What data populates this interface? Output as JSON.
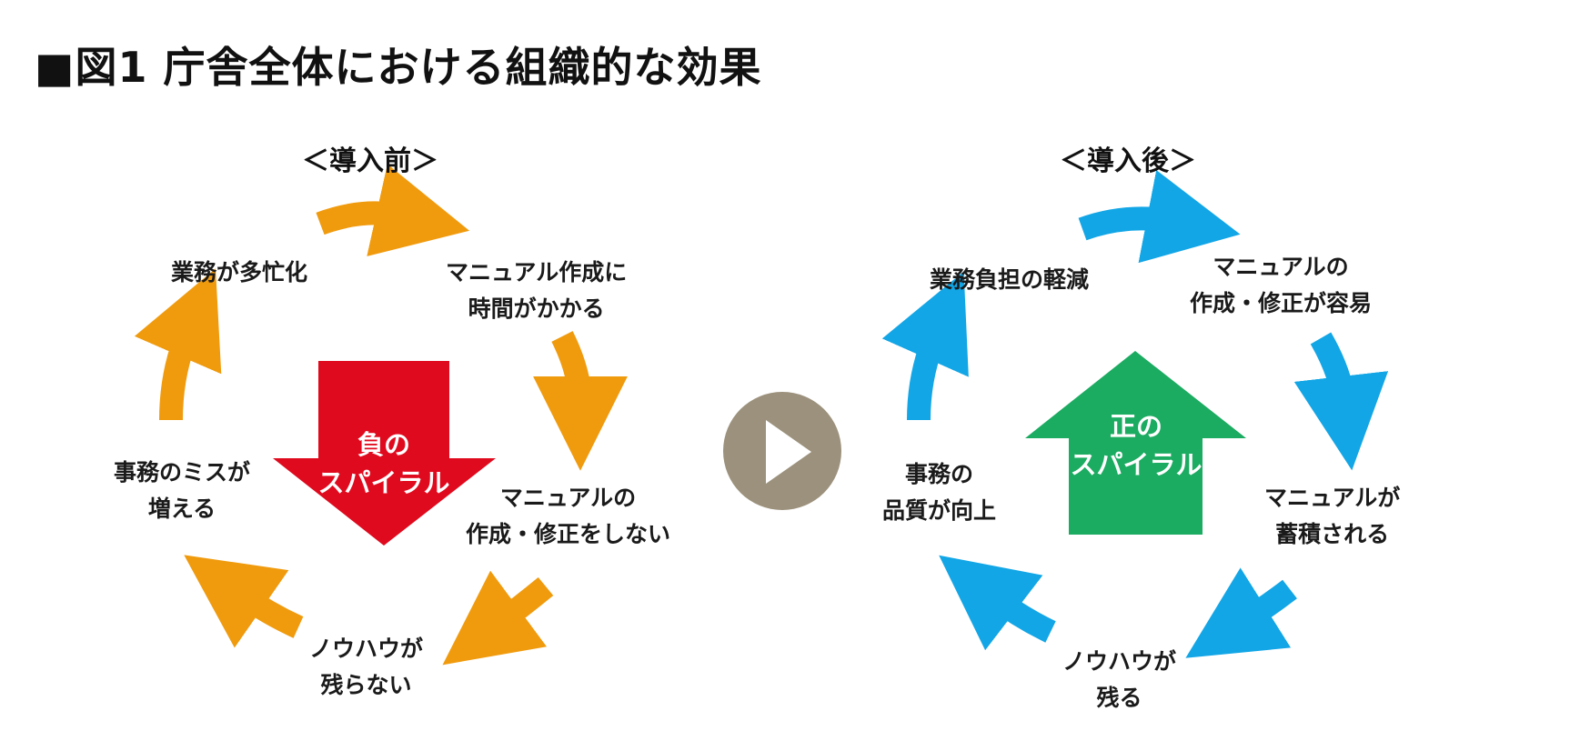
{
  "title": "■図1 庁舎全体における組織的な効果",
  "colors": {
    "orange": "#F09B0E",
    "blue": "#12A6E6",
    "red": "#E00A1E",
    "green": "#1BAB61",
    "play": "#9C917C"
  },
  "before": {
    "header": "＜導入前＞",
    "center": {
      "line1": "負の",
      "line2": "スパイラル"
    },
    "steps": [
      {
        "line1": "業務が多忙化",
        "line2": ""
      },
      {
        "line1": "マニュアル作成に",
        "line2": "時間がかかる"
      },
      {
        "line1": "マニュアルの",
        "line2": "作成・修正をしない"
      },
      {
        "line1": "ノウハウが",
        "line2": "残らない"
      },
      {
        "line1": "事務のミスが",
        "line2": "増える"
      }
    ]
  },
  "after": {
    "header": "＜導入後＞",
    "center": {
      "line1": "正の",
      "line2": "スパイラル"
    },
    "steps": [
      {
        "line1": "業務負担の軽減",
        "line2": ""
      },
      {
        "line1": "マニュアルの",
        "line2": "作成・修正が容易"
      },
      {
        "line1": "マニュアルが",
        "line2": "蓄積される"
      },
      {
        "line1": "ノウハウが",
        "line2": "残る"
      },
      {
        "line1": "事務の",
        "line2": "品質が向上"
      }
    ]
  },
  "transition_icon": "play-icon"
}
